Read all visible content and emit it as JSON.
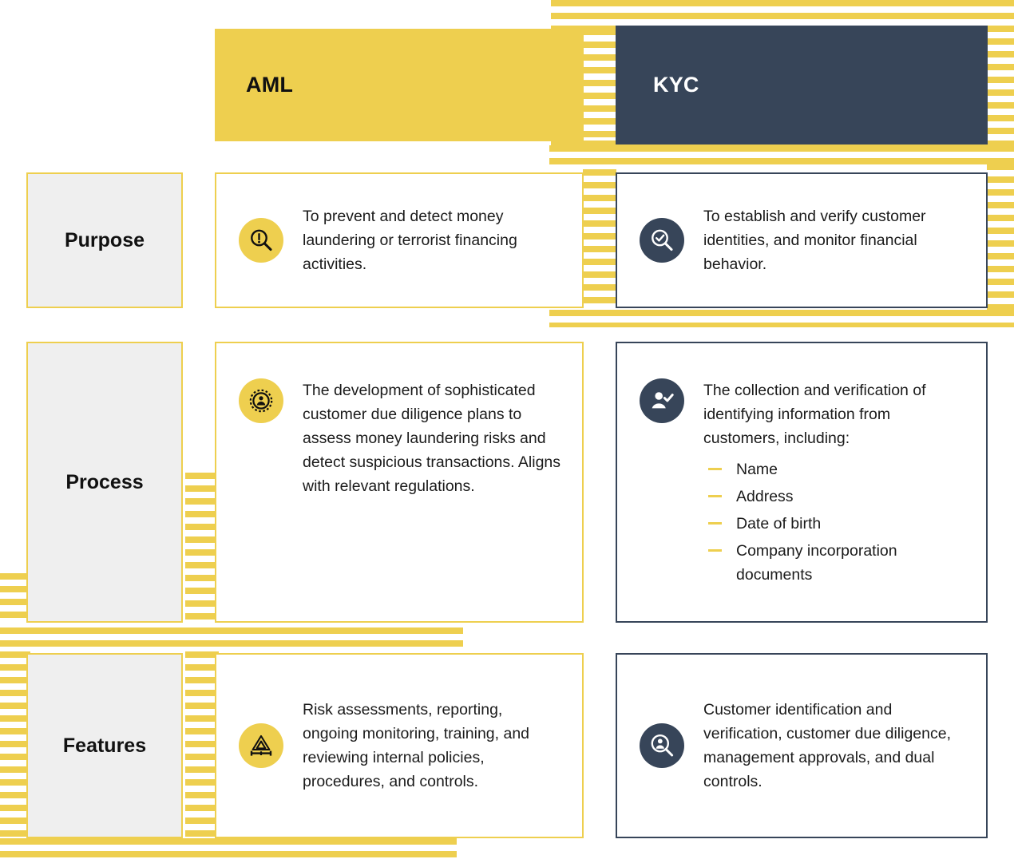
{
  "headers": {
    "aml": {
      "label": "AML",
      "bg": "#eecf4f",
      "fg": "#111111"
    },
    "kyc": {
      "label": "KYC",
      "bg": "#374559",
      "fg": "#ffffff"
    }
  },
  "colors": {
    "yellow": "#eecf4f",
    "navy": "#374559",
    "label_bg": "#efefef",
    "text": "#1b1b1b"
  },
  "rows": [
    {
      "label": "Purpose",
      "aml": {
        "icon": "magnifier-exclamation-icon",
        "text": "To prevent and detect money laundering or terrorist financing activities."
      },
      "kyc": {
        "icon": "magnifier-check-icon",
        "text": "To establish and verify customer identities, and monitor financial behavior."
      }
    },
    {
      "label": "Process",
      "aml": {
        "icon": "gear-person-icon",
        "text": "The development of sophisticated customer due diligence plans to assess money laundering risks and detect suspicious transactions. Aligns with relevant regulations."
      },
      "kyc": {
        "icon": "person-check-icon",
        "text": "The collection and verification of identifying information from customers, including:",
        "bullets": [
          "Name",
          "Address",
          "Date of birth",
          "Company incorporation documents"
        ]
      }
    },
    {
      "label": "Features",
      "aml": {
        "icon": "risk-triangle-scale-icon",
        "text": "Risk assessments, reporting, ongoing monitoring, training, and reviewing internal policies, procedures, and controls."
      },
      "kyc": {
        "icon": "magnifier-person-icon",
        "text": "Customer identification and verification, customer due diligence, management approvals, and dual controls."
      }
    }
  ]
}
